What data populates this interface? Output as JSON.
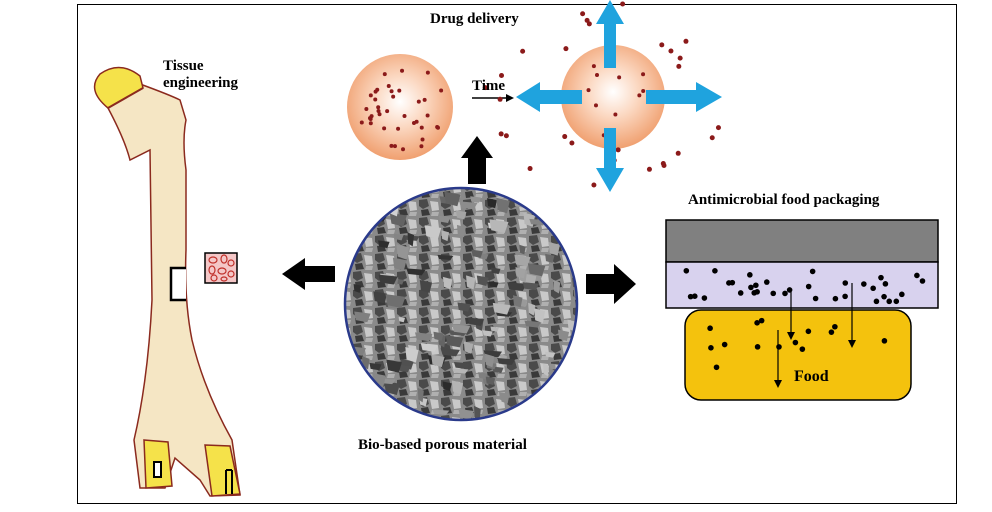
{
  "labels": {
    "drug_delivery": "Drug delivery",
    "tissue_line1": "Tissue",
    "tissue_line2": "engineering",
    "time": "Time",
    "antimicrobial": "Antimicrobial food packaging",
    "food": "Food",
    "center": "Bio-based porous material"
  },
  "colors": {
    "bone_fill": "#f5e6c4",
    "bone_outline": "#8b2a1e",
    "joint_yellow": "#f5e24a",
    "sphere_orange": "#f2a77a",
    "drug_dot": "#8b1a1a",
    "release_arrow": "#1fa3de",
    "packaging_top": "#808080",
    "packaging_film": "#d8d2ee",
    "food_fill": "#f4c20d",
    "arrow_black": "#000000",
    "porous_border": "#2a3a8a"
  }
}
